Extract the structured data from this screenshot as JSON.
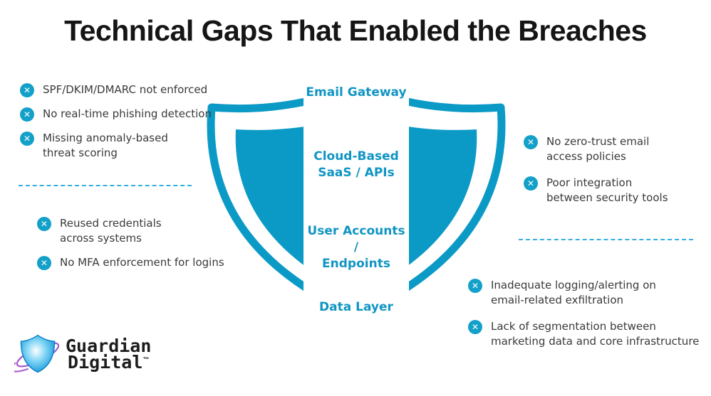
{
  "title": "Technical Gaps That Enabled the Breaches",
  "icons": {
    "x_circle": "✕"
  },
  "colors": {
    "shield_teal": "#0b9ac6",
    "icon_teal": "#13a0c9",
    "label_teal": "#1095c3",
    "dashed_blue": "#35aee3",
    "body_text": "#3a3a3a",
    "logo_purple": "#a55bc9",
    "logo_blue": "#0d93d8"
  },
  "shield": {
    "layers": [
      {
        "label": "Email Gateway"
      },
      {
        "label": "Cloud-Based\nSaaS / APIs"
      },
      {
        "label": "User Accounts /\nEndpoints"
      },
      {
        "label": "Data Layer"
      }
    ]
  },
  "sections": {
    "left_top": {
      "items": [
        {
          "text": "SPF/DKIM/DMARC not enforced"
        },
        {
          "text": "No real-time phishing detection"
        },
        {
          "text": "Missing anomaly-based\nthreat scoring"
        }
      ]
    },
    "left_bottom": {
      "items": [
        {
          "text": "Reused credentials\nacross systems"
        },
        {
          "text": "No MFA enforcement for logins"
        }
      ]
    },
    "right_top": {
      "items": [
        {
          "text": "No zero-trust email\naccess policies"
        },
        {
          "text": "Poor integration\nbetween security tools"
        }
      ]
    },
    "right_bottom": {
      "items": [
        {
          "text": "Inadequate logging/alerting on\nemail-related exfiltration"
        },
        {
          "text": "Lack of segmentation between\nmarketing data and core infrastructure"
        }
      ]
    }
  },
  "logo": {
    "brand_line1": "Guardian",
    "brand_line2": "Digital",
    "trademark": "™"
  }
}
